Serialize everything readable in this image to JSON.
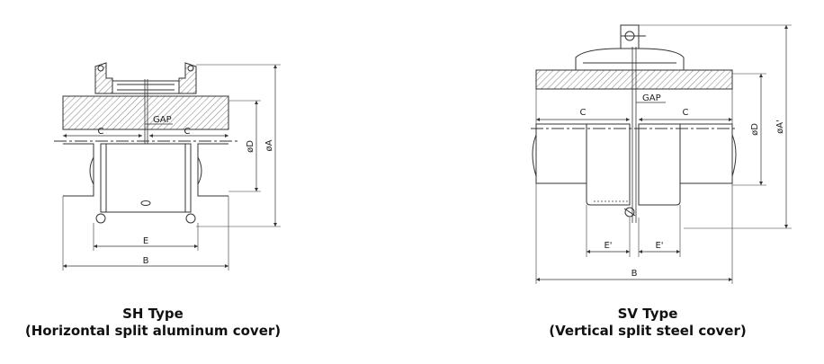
{
  "sh": {
    "labels": {
      "c_left": "C",
      "c_right": "C",
      "gap": "GAP",
      "phi_d": "øD",
      "phi_a": "øA",
      "e": "E",
      "b": "B"
    },
    "caption_title": "SH Type",
    "caption_sub": "(Horizontal split aluminum cover)"
  },
  "sv": {
    "labels": {
      "c_left": "C",
      "c_right": "C",
      "gap": "GAP",
      "phi_d": "øD",
      "phi_a": "øA'",
      "e_left": "E'",
      "e_right": "E'",
      "b": "B"
    },
    "caption_title": "SV Type",
    "caption_sub": "(Vertical split steel cover)"
  },
  "colors": {
    "line": "#333333",
    "hatch": "#8a8a8a"
  }
}
